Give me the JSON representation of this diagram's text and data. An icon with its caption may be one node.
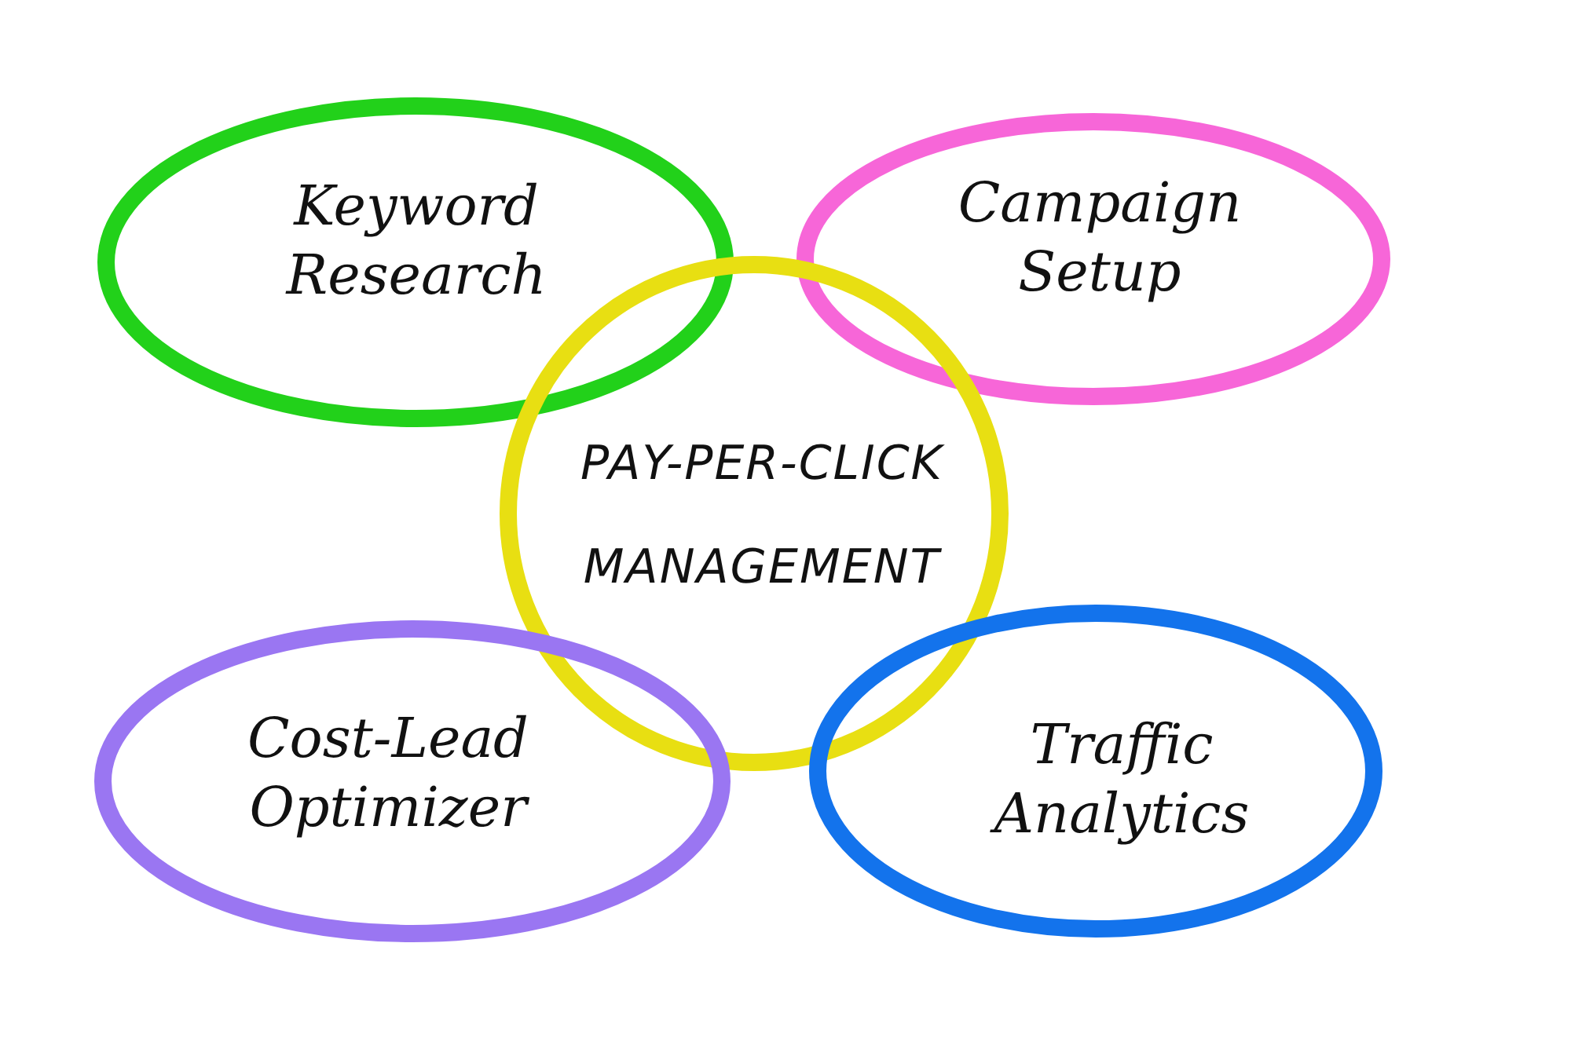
{
  "diagram": {
    "nodes": [
      {
        "text": [
          "Keyword Research"
        ]
      },
      {
        "text": [
          "Campaign Setup"
        ]
      },
      {
        "text": [
          "PAY-PER-CLICK MANAGEMENT"
        ]
      },
      {
        "text": [
          "Cost-Lead Optimizer"
        ]
      },
      {
        "text": [
          "Traffic Analytics"
        ]
      }
    ],
    "edges": []
  }
}
